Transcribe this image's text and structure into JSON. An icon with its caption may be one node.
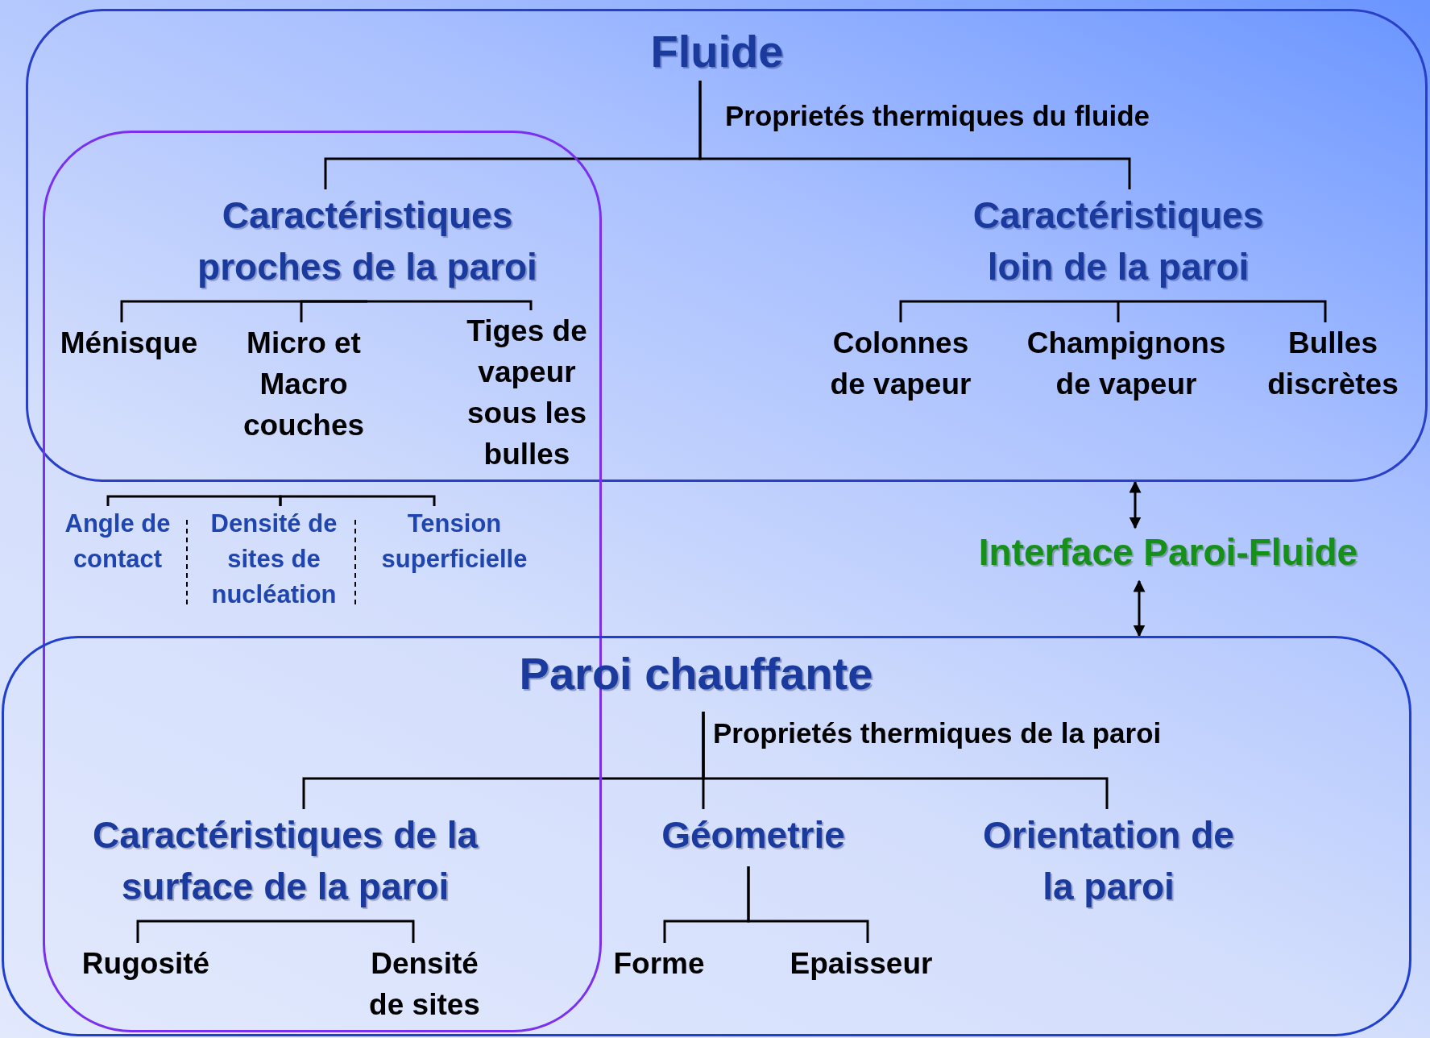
{
  "diagram": {
    "nodes": [
      {
        "text": [],
        "shape": "box"
      },
      {
        "text": [
          "Fluide"
        ],
        "in": 0
      },
      {
        "text": [
          "Caractéristiques proches de la paroi"
        ]
      },
      {
        "text": [
          "Caractéristiques loin de la paroi"
        ],
        "in": 0
      },
      {
        "text": [
          "Ménisque"
        ]
      },
      {
        "text": [
          "Micro et Macro couches"
        ]
      },
      {
        "text": [
          "Tiges de vapeur sous les bulles"
        ]
      },
      {
        "text": [
          "Colonnes de vapeur"
        ],
        "in": 0
      },
      {
        "text": [
          "Champignons de vapeur"
        ],
        "in": 0
      },
      {
        "text": [
          "Bulles discrètes"
        ],
        "in": 0
      },
      {
        "text": [],
        "shape": "box"
      },
      {
        "text": [
          "Angle de contact"
        ],
        "in": 10
      },
      {
        "text": [
          "Densité de sites de nucléation"
        ],
        "in": 10
      },
      {
        "text": [
          "Tension superficielle"
        ],
        "in": 10
      },
      {
        "text": [
          "Interface Paroi-Fluide"
        ]
      },
      {
        "text": [],
        "shape": "box"
      },
      {
        "text": [
          "Paroi chauffante"
        ],
        "in": 15
      },
      {
        "text": [
          "Caractéristiques de la surface de la paroi"
        ]
      },
      {
        "text": [
          "Géometrie"
        ],
        "in": 15
      },
      {
        "text": [
          "Orientation de la paroi"
        ],
        "in": 15
      },
      {
        "text": [
          "Rugosité"
        ]
      },
      {
        "text": [
          "Densité de sites"
        ]
      },
      {
        "text": [
          "Forme"
        ],
        "in": 15
      },
      {
        "text": [
          "Epaisseur"
        ],
        "in": 15
      }
    ],
    "edges": [
      {
        "from": 1,
        "to": 2,
        "arrow": "none"
      },
      {
        "from": 1,
        "to": 3,
        "arrow": "none"
      },
      {
        "from": 2,
        "to": 4,
        "arrow": "none"
      },
      {
        "from": 2,
        "to": 5,
        "arrow": "none"
      },
      {
        "from": 2,
        "to": 6,
        "arrow": "none"
      },
      {
        "from": 3,
        "to": 7,
        "arrow": "none"
      },
      {
        "from": 3,
        "to": 8,
        "arrow": "none"
      },
      {
        "from": 3,
        "to": 9,
        "arrow": "none"
      },
      {
        "from": 12,
        "to": 11,
        "arrow": "none"
      },
      {
        "from": 12,
        "to": 13,
        "arrow": "none"
      },
      {
        "from": 0,
        "to": 14,
        "arrow": "both"
      },
      {
        "from": 14,
        "to": 15,
        "arrow": "both"
      },
      {
        "from": 16,
        "to": 17,
        "arrow": "none"
      },
      {
        "from": 16,
        "to": 18,
        "arrow": "none"
      },
      {
        "from": 16,
        "to": 19,
        "arrow": "none"
      },
      {
        "from": 17,
        "to": 20,
        "arrow": "none"
      },
      {
        "from": 17,
        "to": 21,
        "arrow": "none"
      },
      {
        "from": 18,
        "to": 22,
        "arrow": "none"
      },
      {
        "from": 18,
        "to": 23,
        "arrow": "none"
      }
    ],
    "labels": [
      "Proprietés thermiques du fluide",
      "Proprietés thermiques de la paroi"
    ]
  }
}
